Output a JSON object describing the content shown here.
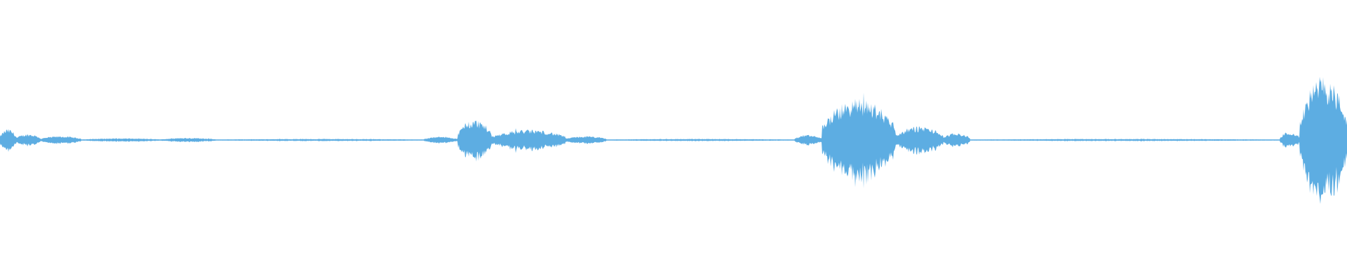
{
  "waveform": {
    "color": "#5DADE2",
    "background": "#FFFFFF",
    "segments": [
      {
        "from": 0.0,
        "to": 0.012,
        "amp": 0.04
      },
      {
        "from": 0.012,
        "to": 0.03,
        "amp": 0.022
      },
      {
        "from": 0.03,
        "to": 0.06,
        "amp": 0.014
      },
      {
        "from": 0.06,
        "to": 0.12,
        "amp": 0.006
      },
      {
        "from": 0.12,
        "to": 0.16,
        "amp": 0.008
      },
      {
        "from": 0.16,
        "to": 0.315,
        "amp": 0.004
      },
      {
        "from": 0.315,
        "to": 0.34,
        "amp": 0.012
      },
      {
        "from": 0.34,
        "to": 0.365,
        "amp": 0.075
      },
      {
        "from": 0.365,
        "to": 0.42,
        "amp": 0.038
      },
      {
        "from": 0.42,
        "to": 0.45,
        "amp": 0.014
      },
      {
        "from": 0.45,
        "to": 0.59,
        "amp": 0.004
      },
      {
        "from": 0.59,
        "to": 0.61,
        "amp": 0.018
      },
      {
        "from": 0.61,
        "to": 0.665,
        "amp": 0.15
      },
      {
        "from": 0.665,
        "to": 0.7,
        "amp": 0.05
      },
      {
        "from": 0.7,
        "to": 0.72,
        "amp": 0.025
      },
      {
        "from": 0.72,
        "to": 0.95,
        "amp": 0.004
      },
      {
        "from": 0.95,
        "to": 0.965,
        "amp": 0.03
      },
      {
        "from": 0.965,
        "to": 1.0,
        "amp": 0.23
      }
    ]
  }
}
